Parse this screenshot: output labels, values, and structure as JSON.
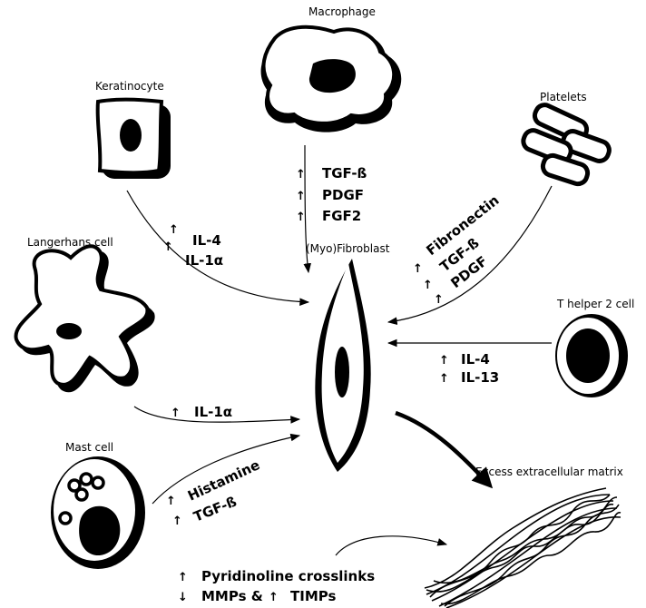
{
  "cells": {
    "macrophage": "Macrophage",
    "keratinocyte": "Keratinocyte",
    "platelets": "Platelets",
    "langerhans": "Langerhans cell",
    "myofibroblast": "(Myo)Fibroblast",
    "th2": "T helper 2 cell",
    "mast": "Mast cell",
    "ecm": "Excess extracellular matrix"
  },
  "arrows": {
    "up": "↑",
    "down": "↓"
  },
  "factors": {
    "macrophage": [
      "TGF-ß",
      "PDGF",
      "FGF2"
    ],
    "keratinocyte": [
      "IL-4",
      "IL-1α"
    ],
    "platelets": [
      "Fibronectin",
      "TGF-ß",
      "PDGF"
    ],
    "th2": [
      "IL-4",
      "IL-13"
    ],
    "langerhans": [
      "IL-1α"
    ],
    "mast": [
      "Histamine",
      "TGF-ß"
    ]
  },
  "bottom": {
    "line1": "Pyridinoline crosslinks",
    "line2_a": "MMPs &",
    "line2_b": "TIMPs"
  }
}
